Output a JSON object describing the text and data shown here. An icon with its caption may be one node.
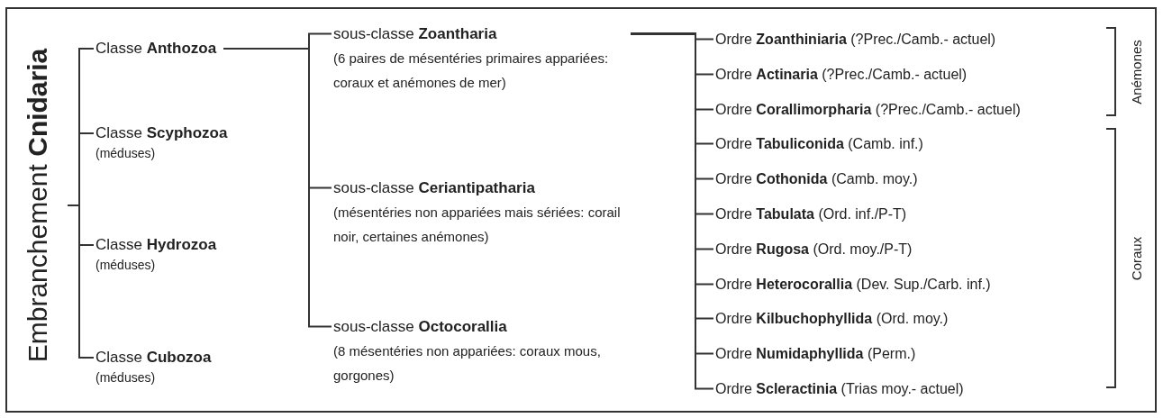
{
  "diagram": {
    "nodes": [
      {
        "text": [
          "Embranchement **Cnidaria**"
        ]
      },
      {
        "text": [
          "Classe **Anthozoa**"
        ]
      },
      {
        "text": [
          "Classe **Scyphozoa**",
          "(méduses)"
        ]
      },
      {
        "text": [
          "Classe **Hydrozoa**",
          "(méduses)"
        ]
      },
      {
        "text": [
          "Classe **Cubozoa**",
          "(méduses)"
        ]
      },
      {
        "text": [
          "sous-classe **Zoantharia**",
          "(6 paires de mésentéries primaires appariées: coraux et anémones de mer)"
        ]
      },
      {
        "text": [
          "sous-classe **Ceriantipatharia**",
          "(mésentéries non appariées mais sériées: corail noir, certaines anémones)"
        ]
      },
      {
        "text": [
          "sous-classe **Octocorallia**",
          "(8 mésentéries non appariées: coraux mous, gorgones)"
        ]
      },
      {
        "text": [
          "Ordre **Zoanthiniaria** (?Prec./Camb.- actuel)"
        ]
      },
      {
        "text": [
          "Ordre **Actinaria** (?Prec./Camb.- actuel)"
        ]
      },
      {
        "text": [
          "Ordre **Corallimorpharia** (?Prec./Camb.- actuel)"
        ]
      },
      {
        "text": [
          "Ordre **Tabuliconida** (Camb. inf.)"
        ]
      },
      {
        "text": [
          "Ordre **Cothonida** (Camb. moy.)"
        ]
      },
      {
        "text": [
          "Ordre **Tabulata** (Ord. inf./P-T)"
        ]
      },
      {
        "text": [
          "Ordre **Rugosa** (Ord. moy./P-T)"
        ]
      },
      {
        "text": [
          "Ordre **Heterocorallia** (Dev. Sup./Carb. inf.)"
        ]
      },
      {
        "text": [
          "Ordre **Kilbuchophyllida** (Ord. moy.)"
        ]
      },
      {
        "text": [
          "Ordre **Numidaphyllida** (Perm.)"
        ]
      },
      {
        "text": [
          "Ordre **Scleractinia** (Trias moy.- actuel)"
        ]
      }
    ],
    "edges": [
      {
        "from": 0,
        "to": 1,
        "arrow": "none"
      },
      {
        "from": 0,
        "to": 2,
        "arrow": "none"
      },
      {
        "from": 0,
        "to": 3,
        "arrow": "none"
      },
      {
        "from": 0,
        "to": 4,
        "arrow": "none"
      },
      {
        "from": 1,
        "to": 5,
        "arrow": "none"
      },
      {
        "from": 1,
        "to": 6,
        "arrow": "none"
      },
      {
        "from": 1,
        "to": 7,
        "arrow": "none"
      },
      {
        "from": 5,
        "to": 8,
        "arrow": "none"
      },
      {
        "from": 5,
        "to": 9,
        "arrow": "none"
      },
      {
        "from": 5,
        "to": 10,
        "arrow": "none"
      },
      {
        "from": 5,
        "to": 11,
        "arrow": "none"
      },
      {
        "from": 5,
        "to": 12,
        "arrow": "none"
      },
      {
        "from": 5,
        "to": 13,
        "arrow": "none"
      },
      {
        "from": 5,
        "to": 14,
        "arrow": "none"
      },
      {
        "from": 5,
        "to": 15,
        "arrow": "none"
      },
      {
        "from": 5,
        "to": 16,
        "arrow": "none"
      },
      {
        "from": 5,
        "to": 17,
        "arrow": "none"
      },
      {
        "from": 5,
        "to": 18,
        "arrow": "none"
      }
    ],
    "labels": [
      "Anémones",
      "Coraux"
    ]
  }
}
